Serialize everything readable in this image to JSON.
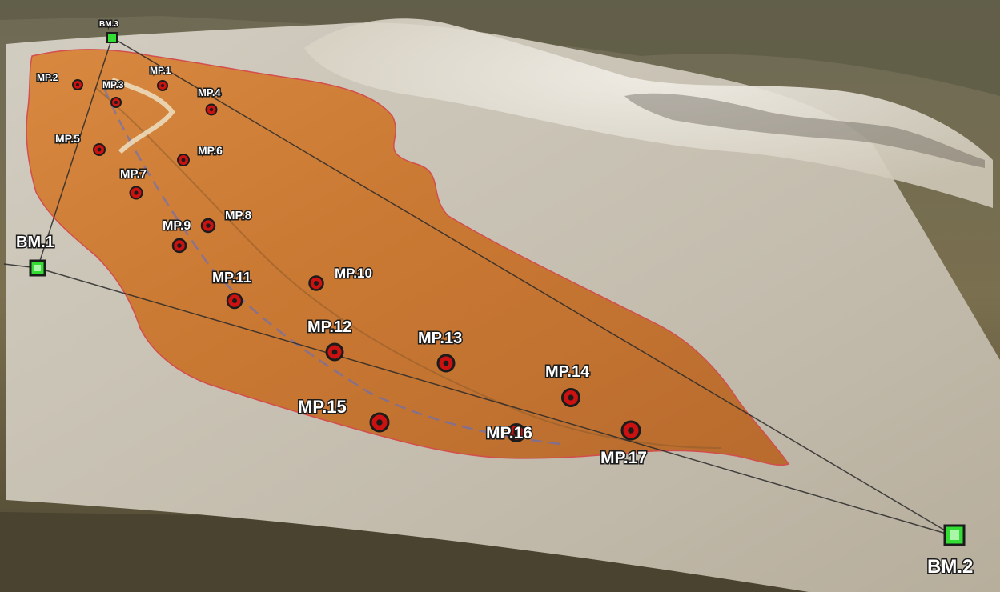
{
  "colors": {
    "terrain_dark": "#5a5236",
    "overlay_grey": "#c9c3b6",
    "slide_orange": "#cf7a2e",
    "monitoring_point": "#cc1111",
    "benchmark": "#33dd33",
    "survey_line": "#2a2a2a"
  },
  "benchmarks": [
    {
      "id": "bm1",
      "label": "BM.1",
      "icon": "green-square-marker"
    },
    {
      "id": "bm2",
      "label": "BM.2",
      "icon": "green-square-marker"
    },
    {
      "id": "bm3",
      "label": "BM.3",
      "icon": "green-square-marker"
    }
  ],
  "monitoring_points": [
    {
      "id": "mp1",
      "label": "MP.1"
    },
    {
      "id": "mp2",
      "label": "MP.2"
    },
    {
      "id": "mp3",
      "label": "MP.3"
    },
    {
      "id": "mp4",
      "label": "MP.4"
    },
    {
      "id": "mp5",
      "label": "MP.5"
    },
    {
      "id": "mp6",
      "label": "MP.6"
    },
    {
      "id": "mp7",
      "label": "MP.7"
    },
    {
      "id": "mp8",
      "label": "MP.8"
    },
    {
      "id": "mp9",
      "label": "MP.9"
    },
    {
      "id": "mp10",
      "label": "MP.10"
    },
    {
      "id": "mp11",
      "label": "MP.11"
    },
    {
      "id": "mp12",
      "label": "MP.12"
    },
    {
      "id": "mp13",
      "label": "MP.13"
    },
    {
      "id": "mp14",
      "label": "MP.14"
    },
    {
      "id": "mp15",
      "label": "MP.15"
    },
    {
      "id": "mp16",
      "label": "MP.16"
    },
    {
      "id": "mp17",
      "label": "MP.17"
    }
  ]
}
